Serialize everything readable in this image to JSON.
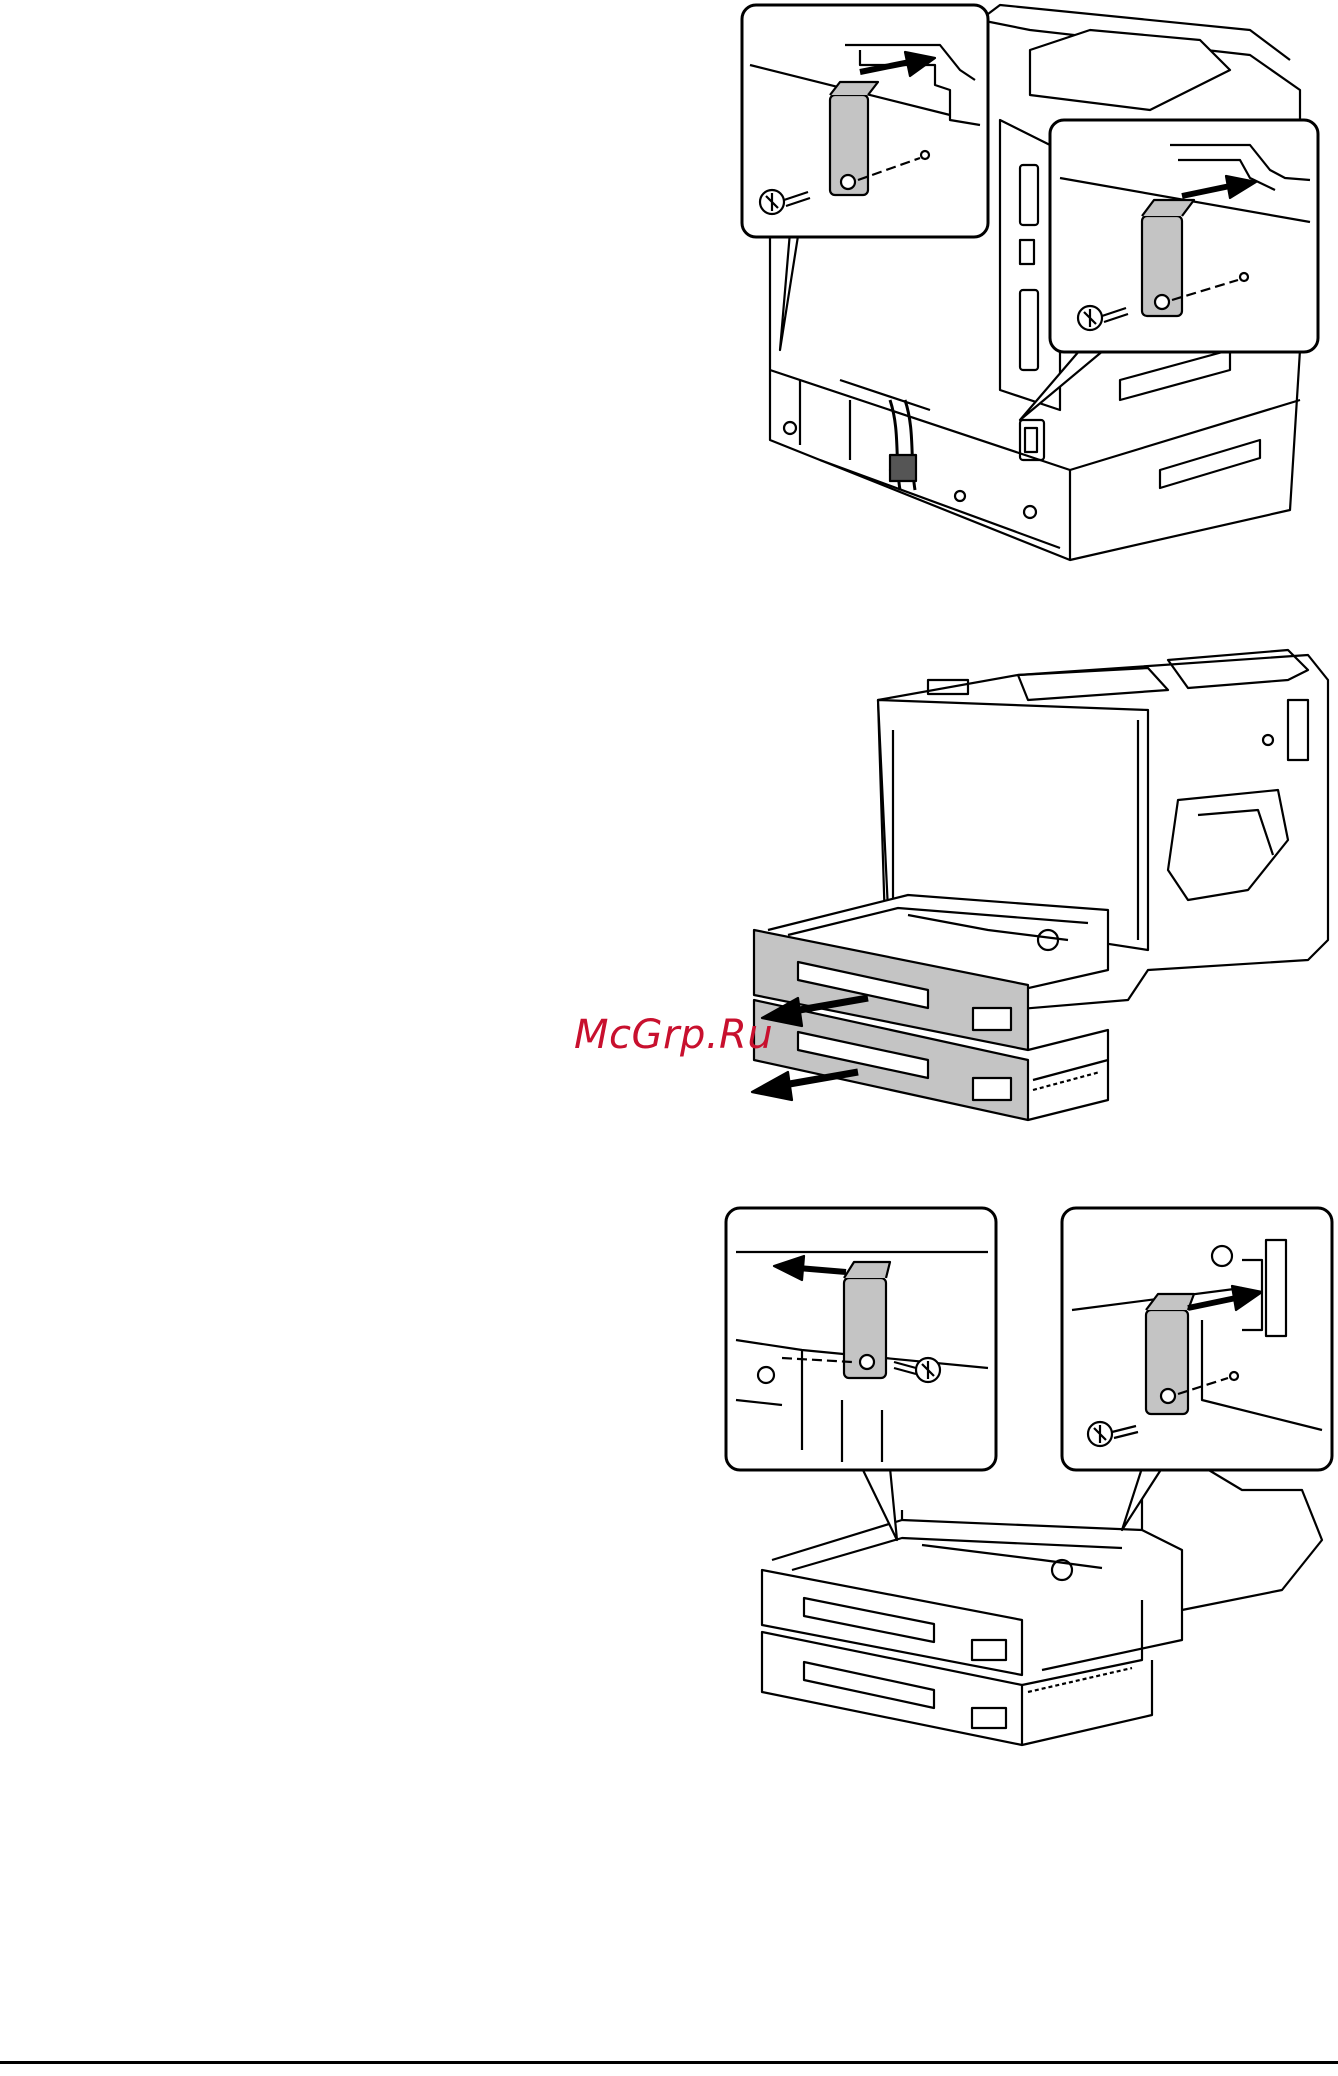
{
  "document": {
    "type": "manual-illustration-page",
    "figures": [
      {
        "id": "fig1",
        "subject": "rear-view-printer-with-bracket-callouts"
      },
      {
        "id": "fig2",
        "subject": "printer-with-two-trays-pulled-out"
      },
      {
        "id": "fig3",
        "subject": "tray-unit-with-bracket-callouts"
      }
    ]
  },
  "watermark": {
    "text": "McGrp.Ru",
    "color": "#c8102e"
  },
  "colors": {
    "line": "#000000",
    "part_fill": "#c4c4c4",
    "paper": "#ffffff"
  }
}
